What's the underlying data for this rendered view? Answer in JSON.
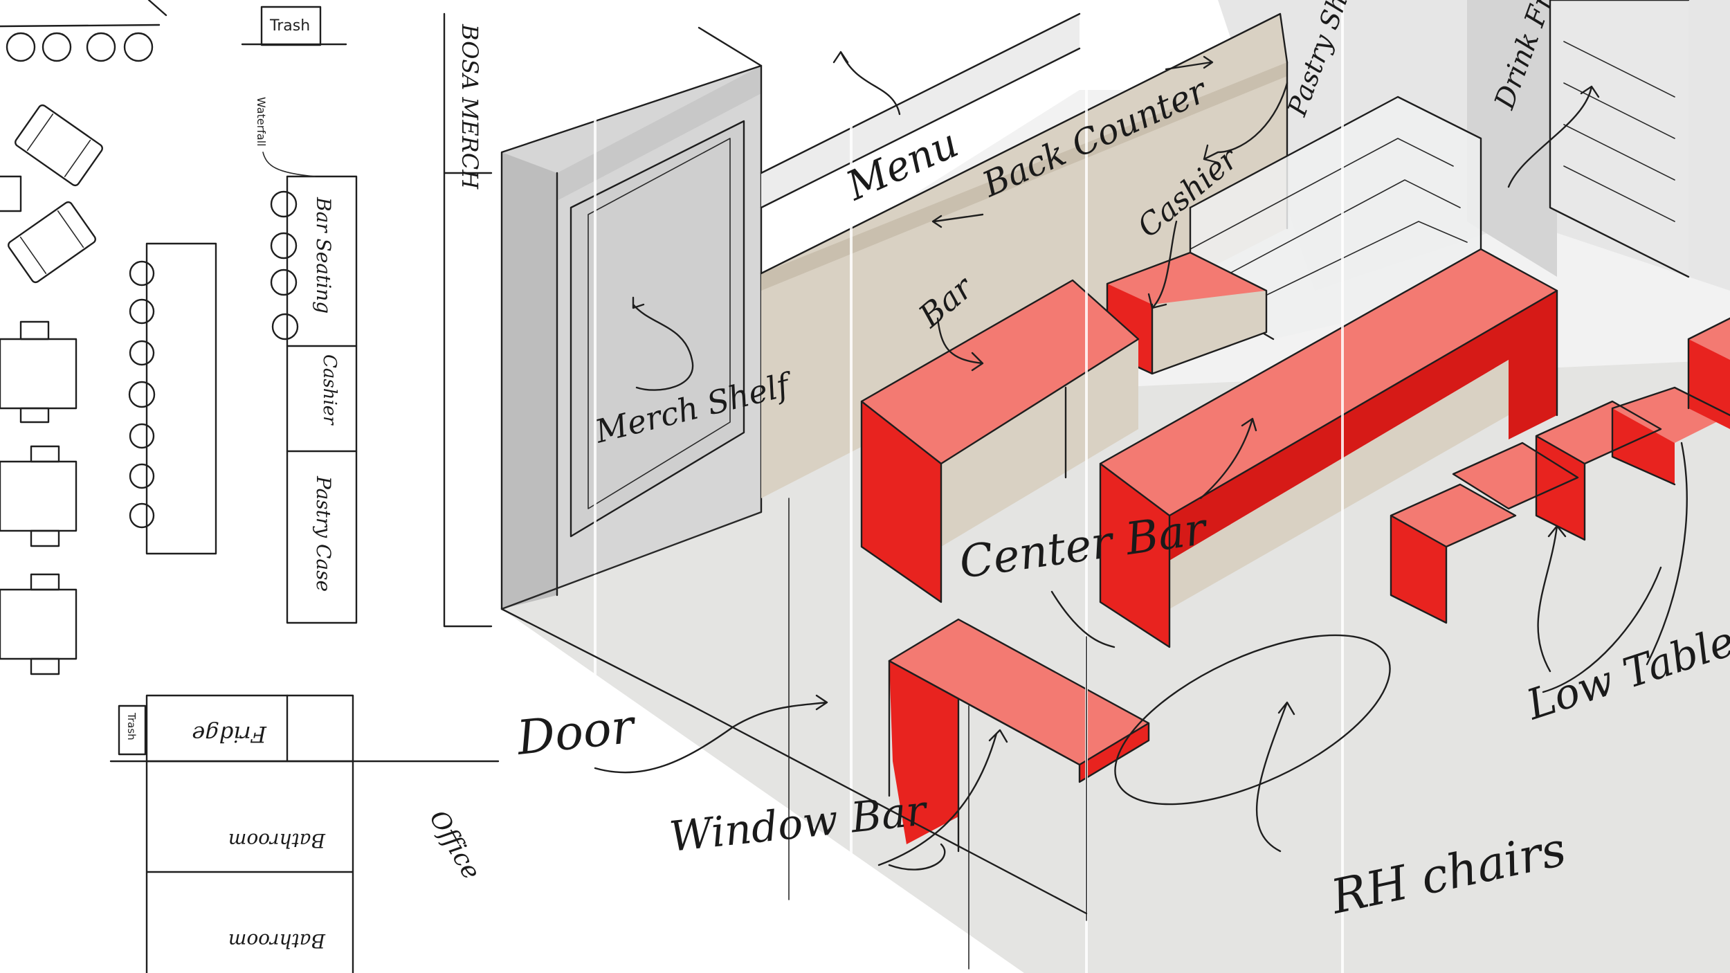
{
  "floor_plan": {
    "labels": {
      "trash_top": "Trash",
      "bosa_merch": "BOSA MERCH",
      "waterfall": "Waterfall",
      "bar_seating": "Bar Seating",
      "cashier": "Cashier",
      "pastry_case": "Pastry Case",
      "trash_bottom": "Trash",
      "fridge": "Fridge",
      "bathroom_1": "Bathroom",
      "bathroom_2": "Bathroom",
      "office": "Office"
    }
  },
  "perspective": {
    "labels": {
      "menu": "Menu",
      "back_counter": "Back Counter",
      "pastry_shelf": "Pastry Shelf",
      "drink_fridge": "Drink Fridge",
      "cashier": "Cashier",
      "bar": "Bar",
      "merch_shelf": "Merch Shelf",
      "center_bar": "Center Bar",
      "door": "Door",
      "window_bar": "Window Bar",
      "rh_chairs": "RH chairs",
      "low_tables": "Low Tables"
    }
  },
  "colors": {
    "accent_red": "#e8231f",
    "ink": "#1e1e1e",
    "counter_beige": "#d9d1c3"
  }
}
